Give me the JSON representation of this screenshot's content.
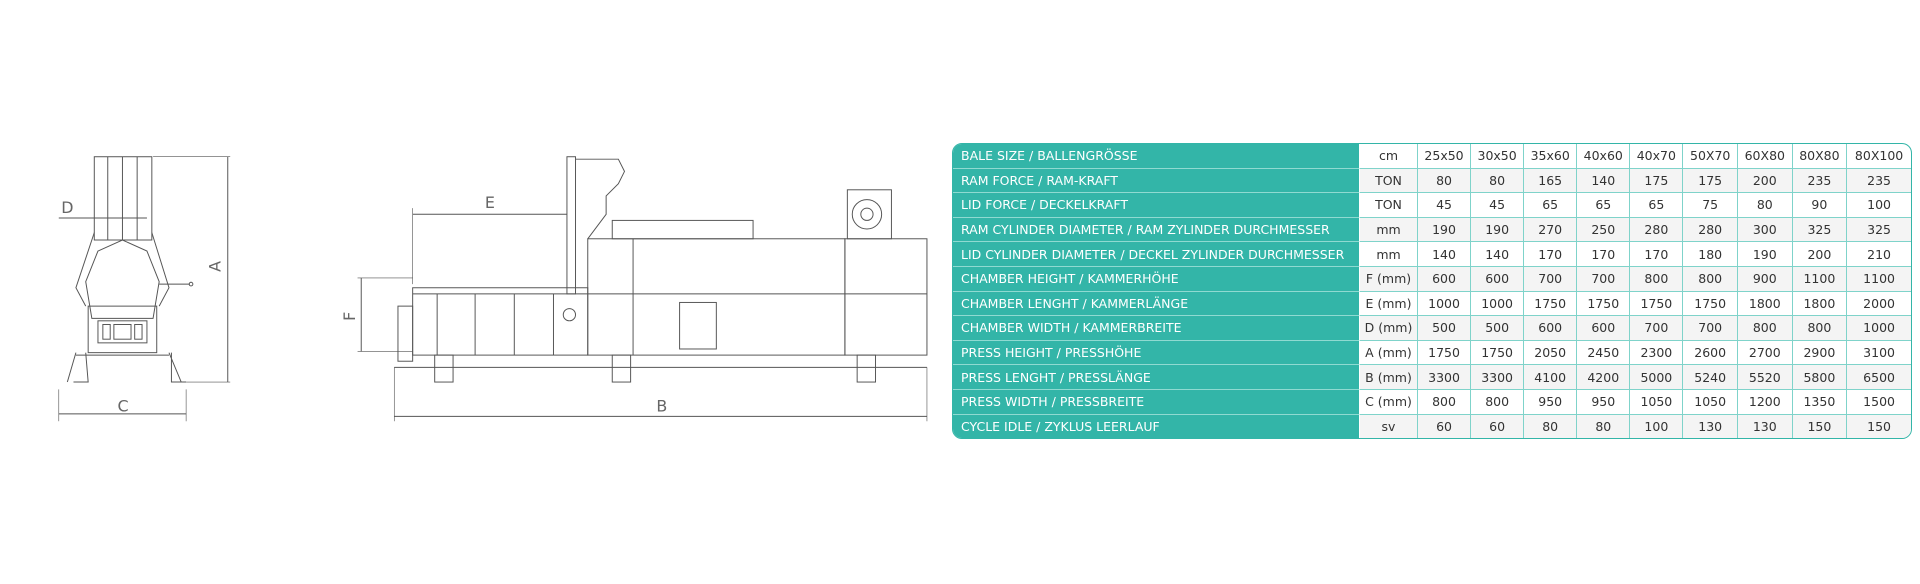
{
  "drawing": {
    "labels": {
      "a": "A",
      "b": "B",
      "c": "C",
      "d": "D",
      "e": "E",
      "f": "F"
    }
  },
  "table": {
    "header": {
      "label": "BALE SIZE / BALLENGRÖSSE",
      "unit": "cm",
      "values": [
        "25x50",
        "30x50",
        "35x60",
        "40x60",
        "40x70",
        "50X70",
        "60X80",
        "80X80",
        "80X100"
      ]
    },
    "rows": [
      {
        "label": "RAM FORCE / RAM-KRAFT",
        "unit": "TON",
        "values": [
          "80",
          "80",
          "165",
          "140",
          "175",
          "175",
          "200",
          "235",
          "235"
        ]
      },
      {
        "label": "LID FORCE / DECKELKRAFT",
        "unit": "TON",
        "values": [
          "45",
          "45",
          "65",
          "65",
          "65",
          "75",
          "80",
          "90",
          "100"
        ]
      },
      {
        "label": "RAM CYLINDER DIAMETER / RAM ZYLINDER DURCHMESSER",
        "unit": "mm",
        "values": [
          "190",
          "190",
          "270",
          "250",
          "280",
          "280",
          "300",
          "325",
          "325"
        ]
      },
      {
        "label": "LID CYLINDER DIAMETER / DECKEL ZYLINDER DURCHMESSER",
        "unit": "mm",
        "values": [
          "140",
          "140",
          "170",
          "170",
          "170",
          "180",
          "190",
          "200",
          "210"
        ]
      },
      {
        "label": "CHAMBER HEIGHT / KAMMERHÖHE",
        "unit": "F (mm)",
        "values": [
          "600",
          "600",
          "700",
          "700",
          "800",
          "800",
          "900",
          "1100",
          "1100"
        ]
      },
      {
        "label": "CHAMBER LENGHT / KAMMERLÄNGE",
        "unit": "E (mm)",
        "values": [
          "1000",
          "1000",
          "1750",
          "1750",
          "1750",
          "1750",
          "1800",
          "1800",
          "2000"
        ]
      },
      {
        "label": "CHAMBER WIDTH / KAMMERBREITE",
        "unit": "D (mm)",
        "values": [
          "500",
          "500",
          "600",
          "600",
          "700",
          "700",
          "800",
          "800",
          "1000"
        ]
      },
      {
        "label": "PRESS HEIGHT / PRESSHÖHE",
        "unit": "A (mm)",
        "values": [
          "1750",
          "1750",
          "2050",
          "2450",
          "2300",
          "2600",
          "2700",
          "2900",
          "3100"
        ]
      },
      {
        "label": "PRESS LENGHT / PRESSLÄNGE",
        "unit": "B (mm)",
        "values": [
          "3300",
          "3300",
          "4100",
          "4200",
          "5000",
          "5240",
          "5520",
          "5800",
          "6500"
        ]
      },
      {
        "label": "PRESS WIDTH / PRESSBREITE",
        "unit": "C (mm)",
        "values": [
          "800",
          "800",
          "950",
          "950",
          "1050",
          "1050",
          "1200",
          "1350",
          "1500"
        ]
      },
      {
        "label": "CYCLE IDLE / ZYKLUS LEERLAUF",
        "unit": "sv",
        "values": [
          "60",
          "60",
          "80",
          "80",
          "100",
          "130",
          "130",
          "150",
          "150"
        ]
      }
    ]
  },
  "colors": {
    "accent": "#33b5a8"
  }
}
